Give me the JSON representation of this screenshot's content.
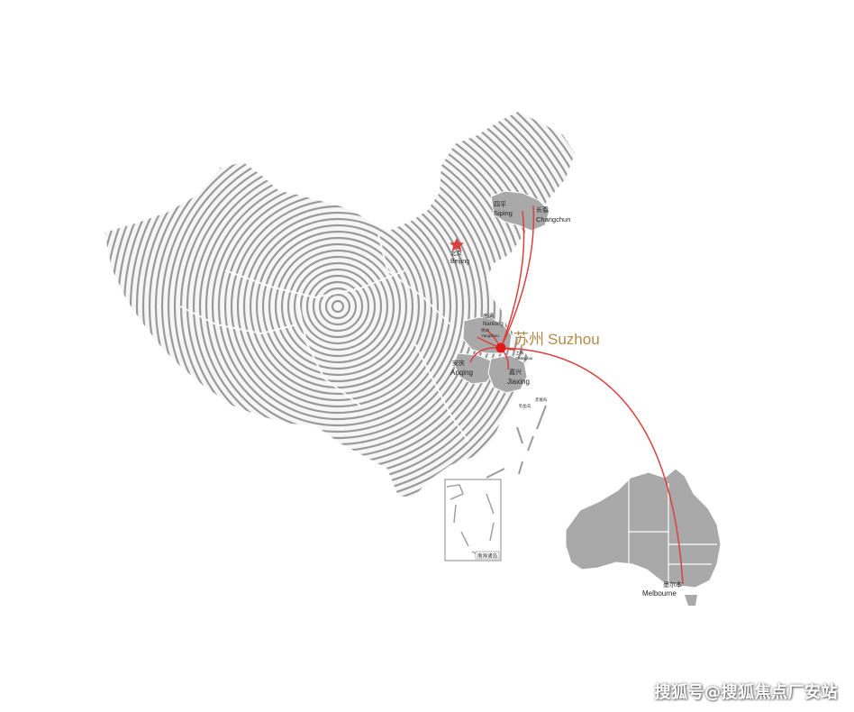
{
  "map": {
    "highlight_city": {
      "cn": "苏州",
      "en": "Suzhou"
    },
    "cities": {
      "changchun": {
        "cn": "长春",
        "en": "Changchun"
      },
      "siping": {
        "cn": "四平",
        "en": "Siping"
      },
      "beijing": {
        "cn": "北京",
        "en": "Beijing"
      },
      "nantong": {
        "cn": "南通",
        "en": "Nantong"
      },
      "yangzhou": {
        "cn": "扬州",
        "en": "Yangzhou"
      },
      "shanghai": {
        "cn": "上海",
        "en": "Shanghai"
      },
      "anqing": {
        "cn": "安庆",
        "en": "Anqing"
      },
      "jiaxing": {
        "cn": "嘉兴",
        "en": "Jiaxing"
      },
      "melbourne": {
        "cn": "墨尔本",
        "en": "Melbourne"
      }
    },
    "islands_labels": {
      "diaoyu": "钓鱼岛",
      "chiwei": "赤尾屿"
    },
    "inset_label": "南海诸岛",
    "colors": {
      "route": "#d9413f",
      "suzhou_dot": "#e0191c",
      "suzhou_text": "#b5894a",
      "land": "#aaaaaa",
      "pattern_line": "#9a9a9a"
    }
  },
  "watermark": "搜狐号@搜狐焦点厂安站"
}
